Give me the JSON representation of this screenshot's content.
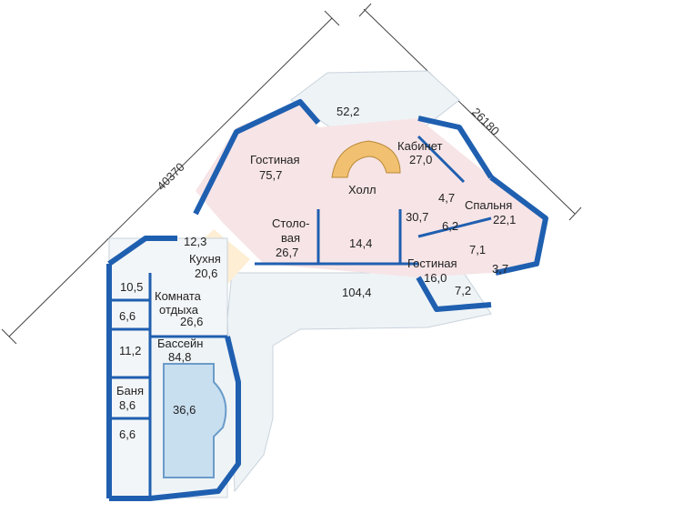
{
  "dimensions": {
    "left": "40370",
    "right": "26180"
  },
  "rooms": {
    "terrace": {
      "area": "52,2"
    },
    "living": {
      "name": "Гостиная",
      "area": "75,7"
    },
    "study": {
      "name": "Кабинет",
      "area": "27,0"
    },
    "hall": {
      "name": "Холл",
      "area": "30,7"
    },
    "dining": {
      "name": "Столо-вая",
      "name_l1": "Столо-",
      "name_l2": "вая",
      "area": "26,7"
    },
    "room144": {
      "area": "14,4"
    },
    "room47": {
      "area": "4,7"
    },
    "bedroom": {
      "name": "Спальня",
      "area": "22,1"
    },
    "room62": {
      "area": "6,2"
    },
    "room71": {
      "area": "7,1"
    },
    "room37": {
      "area": "3,7"
    },
    "guest": {
      "name": "Гостиная",
      "area": "16,0"
    },
    "room72": {
      "area": "7,2"
    },
    "room123": {
      "area": "12,3"
    },
    "kitchen": {
      "name": "Кухня",
      "area": "20,6"
    },
    "room105": {
      "area": "10,5"
    },
    "lounge": {
      "name": "Комната отдыха",
      "name_l1": "Комната",
      "name_l2": "отдыха",
      "area": "26,6"
    },
    "room66a": {
      "area": "6,6"
    },
    "terrace_big": {
      "area": "104,4"
    },
    "room112": {
      "area": "11,2"
    },
    "pool": {
      "name": "Бассейн",
      "area": "84,8"
    },
    "pool_water": {
      "area": "36,6"
    },
    "sauna": {
      "name": "Баня",
      "area": "8,6"
    },
    "room66b": {
      "area": "6,6"
    }
  },
  "colors": {
    "wall": "#1f5fb0",
    "pink_room": "#f7e4e6",
    "kitchen": "#fdeed4",
    "terrace": "#eef3f6",
    "pool_water": "#c8dff0",
    "stairs": "#f1c070"
  }
}
